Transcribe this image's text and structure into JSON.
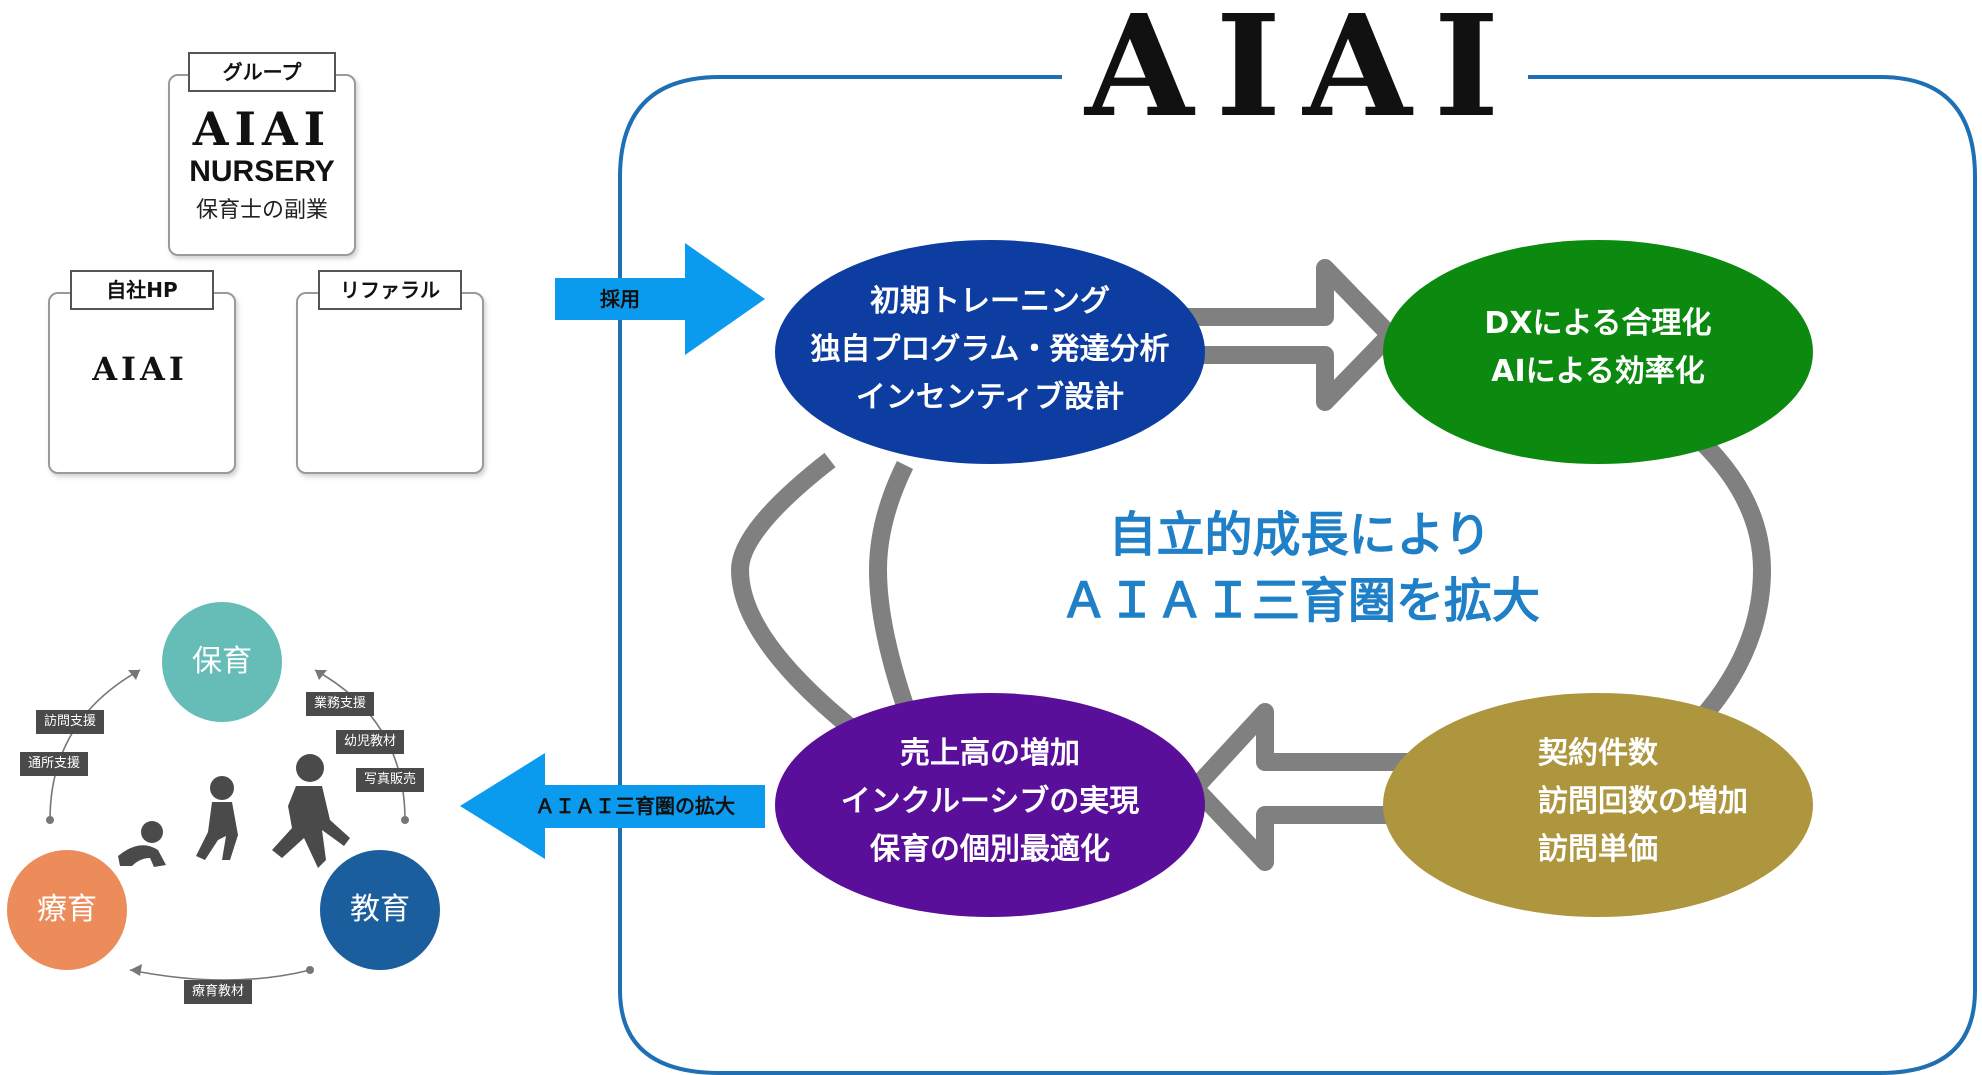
{
  "brand": {
    "title": "AIAI",
    "frame_color": "#1e6fb3"
  },
  "sources": {
    "group": {
      "tag": "グループ",
      "logo_line1": "AIAI",
      "logo_line2": "NURSERY",
      "caption": "保育士の副業"
    },
    "own_hp": {
      "tag": "自社HP",
      "screen_text": "AIAI"
    },
    "referral": {
      "tag": "リファラル"
    }
  },
  "arrows": {
    "recruit": "採用",
    "expand": "ＡＩＡＩ三育圏の拡大",
    "arrow_color": "#0a9bef"
  },
  "cycle": {
    "training": {
      "lines": [
        "初期トレーニング",
        "独自プログラム・発達分析",
        "インセンティブ設計"
      ],
      "color": "#0d3da1"
    },
    "dx": {
      "lines": [
        "DXによる合理化",
        "AIによる効率化"
      ],
      "color": "#0b8a0f"
    },
    "contracts": {
      "lines": [
        "契約件数",
        "訪問回数の増加",
        "訪問単価"
      ],
      "color": "#ae963f"
    },
    "sales": {
      "lines": [
        "売上高の増加",
        "インクルーシブの実現",
        "保育の個別最適化"
      ],
      "color": "#5a0f9b"
    },
    "center": {
      "line1": "自立的成長により",
      "line2": "ＡＩＡＩ三育圏を拡大"
    }
  },
  "triangle": {
    "hoiku": {
      "label": "保育",
      "color": "#66bdb8"
    },
    "ryoiku": {
      "label": "療育",
      "color": "#eb8c5a"
    },
    "kyoiku": {
      "label": "教育",
      "color": "#1b5e9e"
    },
    "tags": {
      "visit_support": "訪問支援",
      "commute_support": "通所支援",
      "business_support": "業務支援",
      "infant_materials": "幼児教材",
      "photo_sales": "写真販売",
      "therapy_materials": "療育教材"
    }
  }
}
